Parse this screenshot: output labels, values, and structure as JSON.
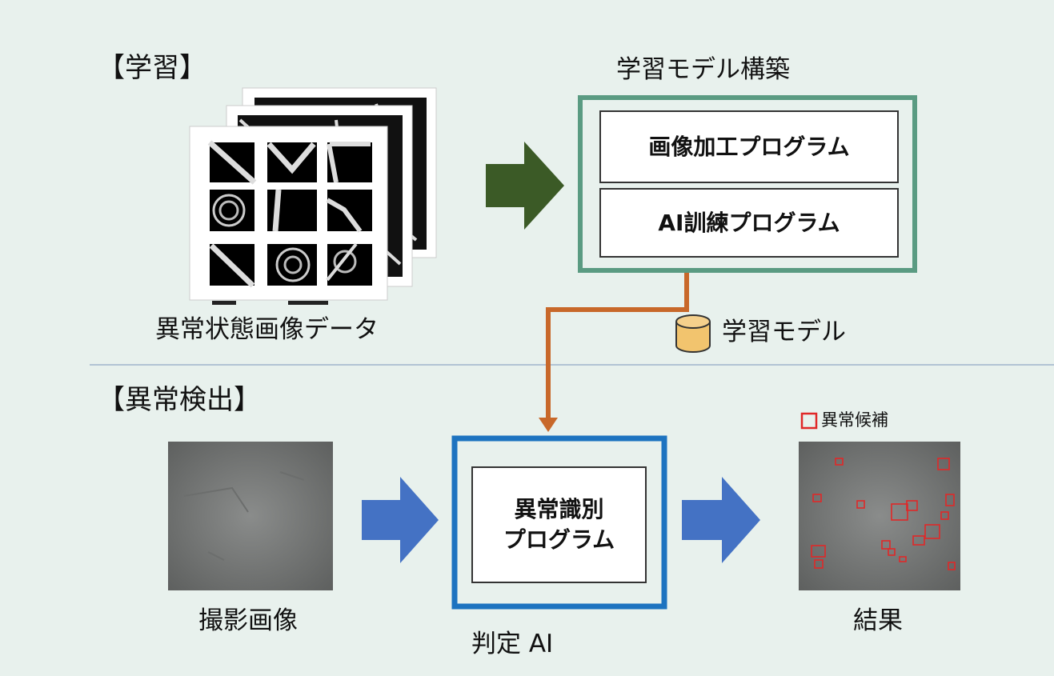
{
  "sections": {
    "learning": "【学習】",
    "detection": "【異常検出】"
  },
  "learning": {
    "model_build_title": "学習モデル構築",
    "programs": [
      "画像加工プログラム",
      "AI訓練プログラム"
    ],
    "dataset_label": "異常状態画像データ",
    "model_label": "学習モデル"
  },
  "detection": {
    "input_label": "撮影画像",
    "judge_program_line1": "異常識別",
    "judge_program_line2": "プログラム",
    "judge_label": "判定 AI",
    "result_label": "結果",
    "legend_label": "異常候補"
  },
  "colors": {
    "background": "#e8f1ed",
    "model_frame": "#5a9b82",
    "judge_frame": "#1d73c0",
    "learn_arrow": "#3b5a26",
    "detect_arrow": "#4472c4",
    "connector": "#c8682a",
    "divider": "#9fb4cc",
    "anomaly_box": "#e02828",
    "database": "#f2c46e"
  }
}
